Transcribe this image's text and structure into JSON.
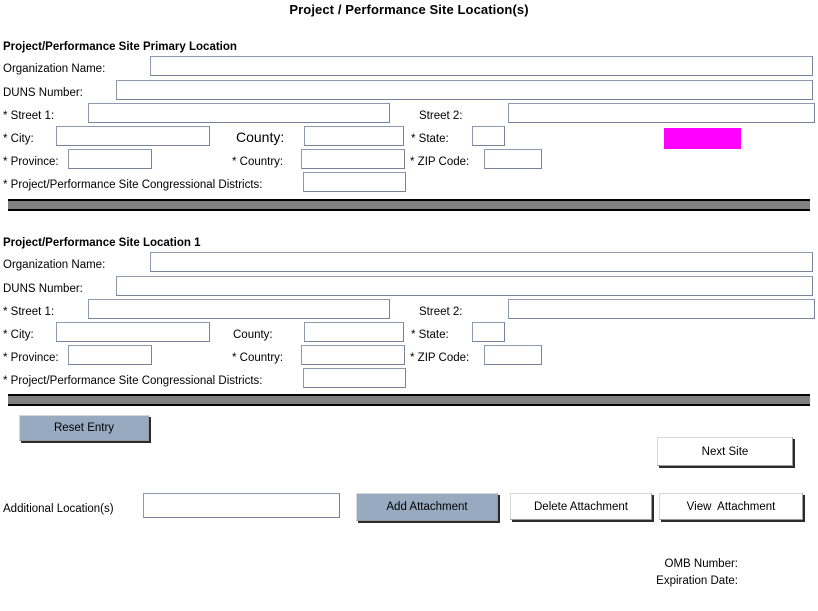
{
  "page": {
    "title": "Project / Performance Site Location(s)"
  },
  "sections": [
    {
      "heading": "Project/Performance Site Primary Location",
      "fields": {
        "organization_name_label": "Organization Name:",
        "organization_name_value": "",
        "duns_label": "DUNS Number:",
        "duns_value": "",
        "street1_label": "* Street 1:",
        "street1_value": "",
        "street2_label": "Street 2:",
        "street2_value": "",
        "city_label": "* City:",
        "city_value": "",
        "county_label": "County:",
        "county_value": "",
        "state_label": "* State:",
        "state_value": "",
        "province_label": "* Province:",
        "province_value": "",
        "country_label": "* Country:",
        "country_value": "",
        "zip_label": "* ZIP Code:",
        "zip_value": "",
        "districts_label": "* Project/Performance Site Congressional Districts:",
        "districts_value": ""
      }
    },
    {
      "heading": "Project/Performance Site Location 1",
      "fields": {
        "organization_name_label": "Organization Name:",
        "organization_name_value": "",
        "duns_label": "DUNS Number:",
        "duns_value": "",
        "street1_label": "* Street 1:",
        "street1_value": "",
        "street2_label": "Street 2:",
        "street2_value": "",
        "city_label": "* City:",
        "city_value": "",
        "county_label": "County:",
        "county_value": "",
        "state_label": "* State:",
        "state_value": "",
        "province_label": "* Province:",
        "province_value": "",
        "country_label": "* Country:",
        "country_value": "",
        "zip_label": "* ZIP Code:",
        "zip_value": "",
        "districts_label": "* Project/Performance Site Congressional Districts:",
        "districts_value": ""
      }
    }
  ],
  "actions": {
    "reset_entry": "Reset Entry",
    "next_site": "Next Site",
    "additional_locations_label": "Additional Location(s)",
    "additional_locations_value": "",
    "add_attachment": "Add Attachment",
    "delete_attachment": "Delete Attachment",
    "view_attachment": "View  Attachment"
  },
  "footer": {
    "omb_number_label": "OMB Number:",
    "omb_number_value": "",
    "expiration_date_label": "Expiration Date:",
    "expiration_date_value": ""
  },
  "colors": {
    "highlight_block": "#ff00ff",
    "separator_bar": "#808080",
    "button_primary": "#97aac0",
    "input_border": "#76839b"
  }
}
